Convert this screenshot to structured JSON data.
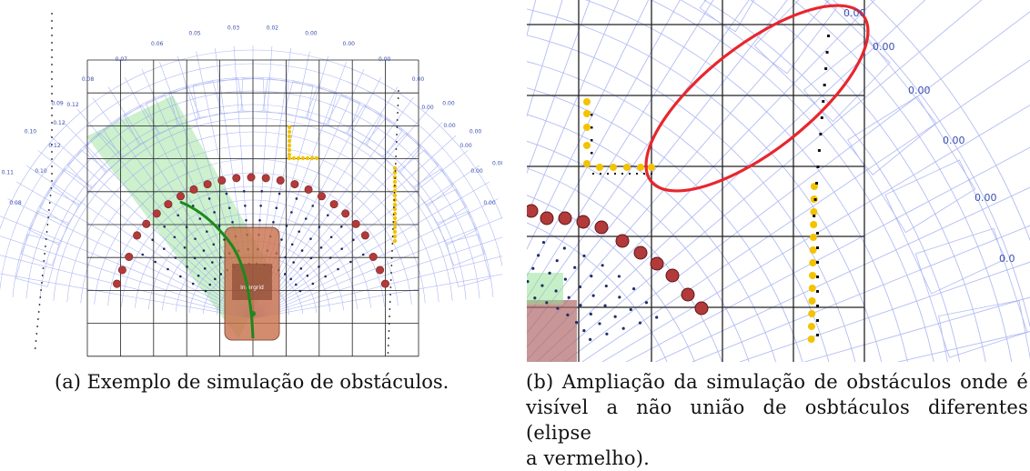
{
  "figure": {
    "subfigure_a": {
      "caption": "(a) Exemplo de simulação de obstáculos.",
      "sensor_labels_top": [
        "0.11",
        "0.10",
        "0.09",
        "0.08",
        "0.07",
        "0.06",
        "0.05",
        "0.03",
        "0.02",
        "0.00",
        "0.00",
        "0.00",
        "0.00",
        "0.00",
        "0.00",
        "0.00"
      ],
      "sensor_labels_left": [
        "0.12",
        "0.12",
        "0.12",
        "0.10",
        "0.08"
      ],
      "sensor_labels_right": [
        "0.00",
        "0.00",
        "0.00",
        "0.00",
        "0.00"
      ],
      "vehicle_label": "Intergrid"
    },
    "subfigure_b": {
      "caption_lines": [
        "(b) Ampliação da simulação de obstáculos onde é",
        "visível a não união de osbtáculos diferentes (elipse",
        "a vermelho)."
      ],
      "sensor_labels": [
        "0.00",
        "0.00",
        "0.00",
        "0.00",
        "0.00",
        "0.0"
      ],
      "highlight_color": "#e8262d"
    },
    "colors": {
      "rays": "#9aa6f0",
      "green_zone": "#8fe08f",
      "path": "#1a8a1a",
      "red_obstacle": "#b23a3a",
      "yellow_obstacle": "#f3c300",
      "grid": "#222222"
    }
  }
}
